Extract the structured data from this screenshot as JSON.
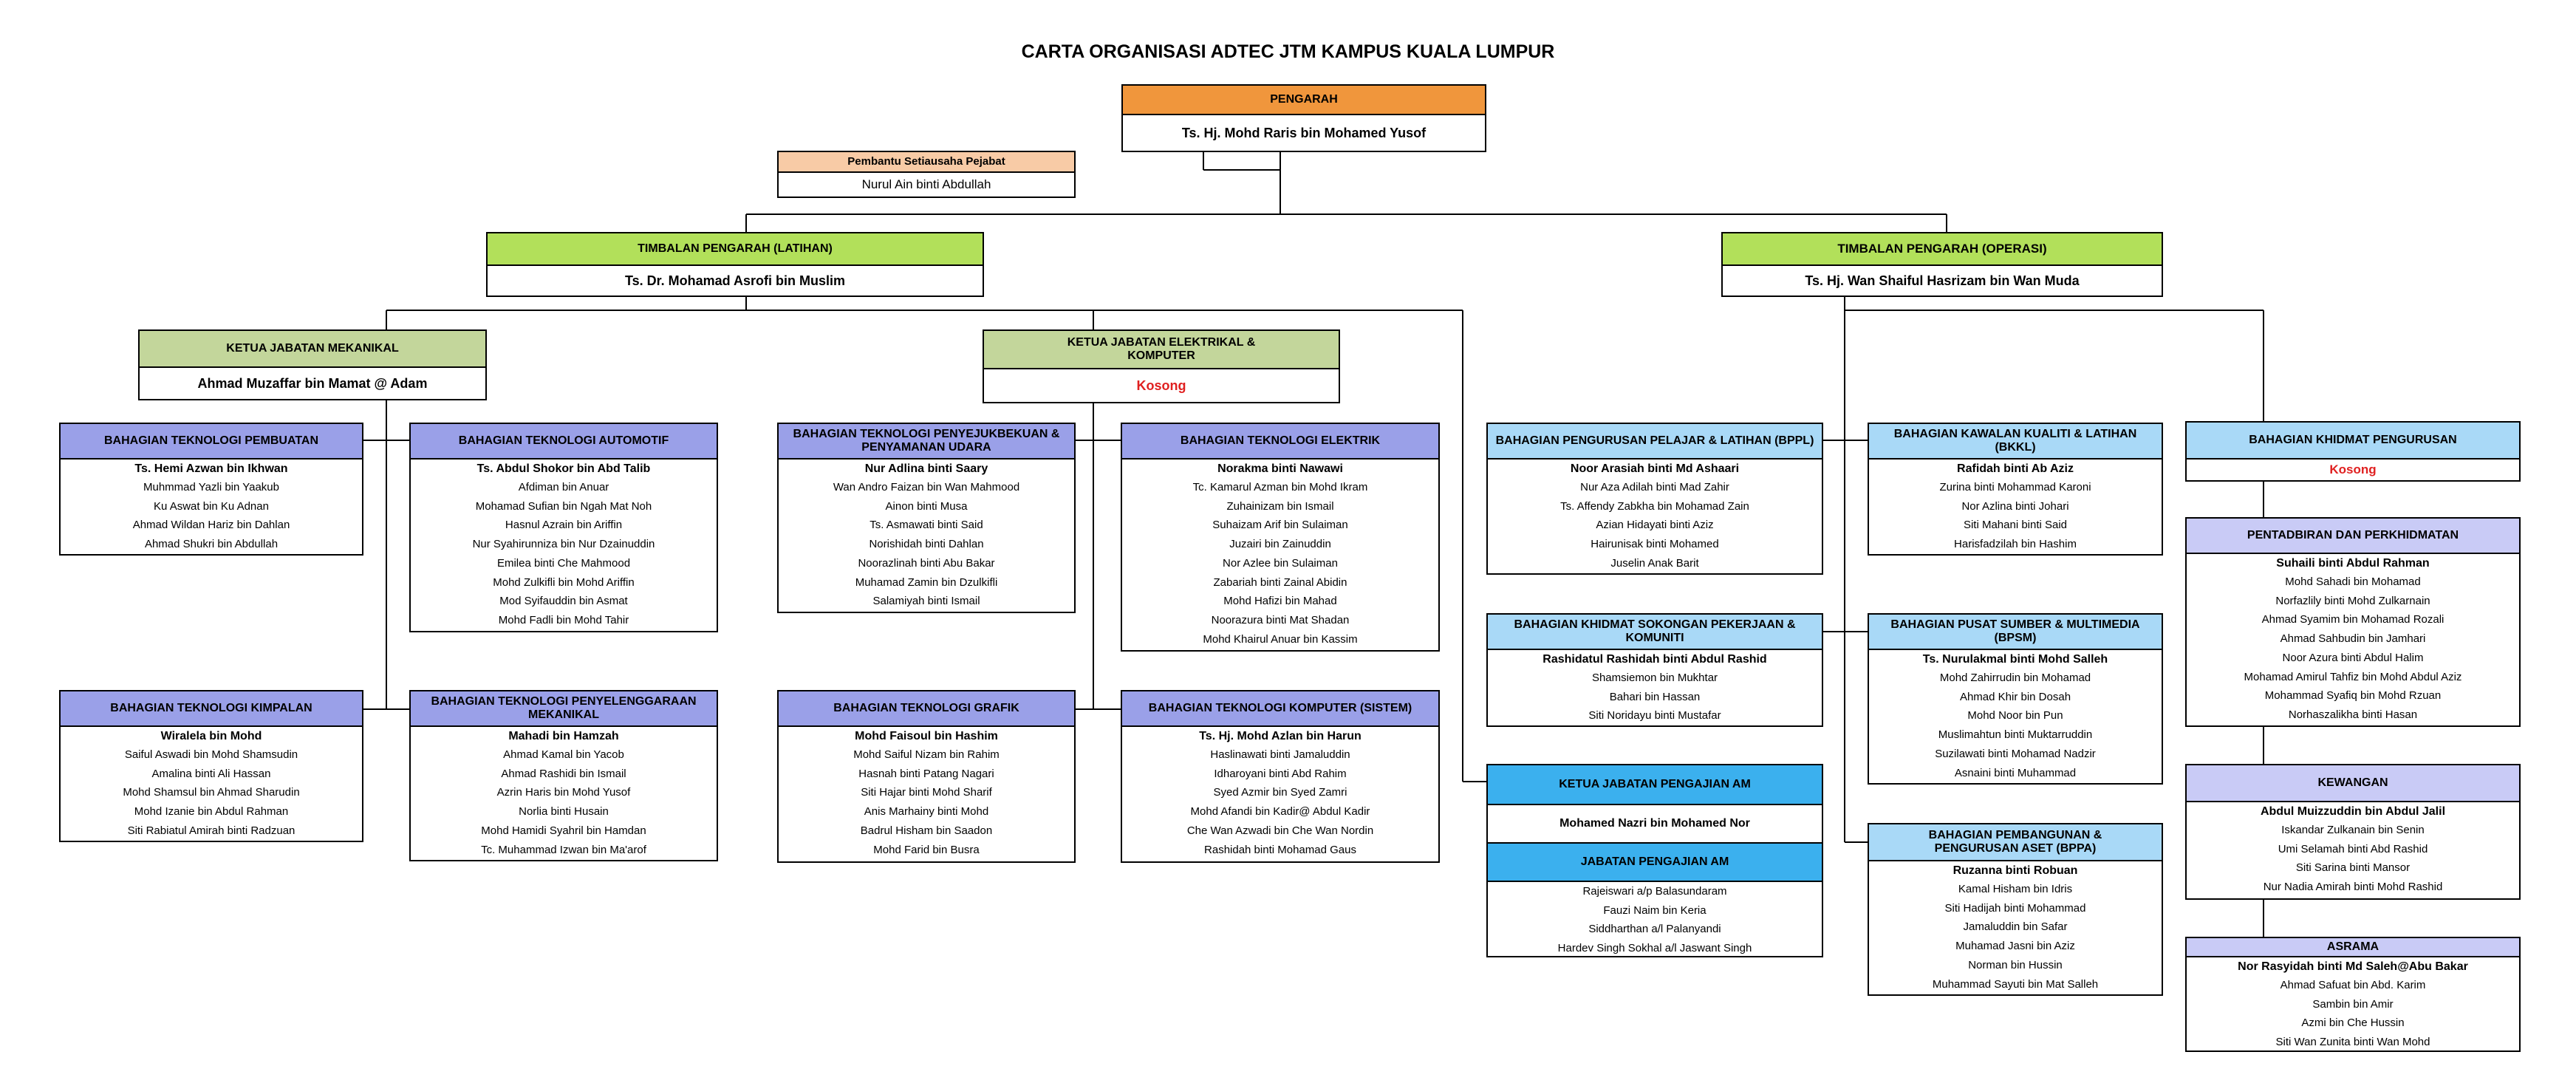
{
  "title": "CARTA ORGANISASI ADTEC JTM KAMPUS KUALA LUMPUR",
  "colors": {
    "pengarah": "#f0963c",
    "pembantu": "#f8cba6",
    "timbalan": "#b2e05a",
    "ketua_jabatan": "#c3d69b",
    "bahagian_teknologi": "#9aa0e8",
    "bahagian_operasi": "#a9d9f7",
    "pengajian_am": "#3bb0ee",
    "pentadbiran": "#c9cbf6",
    "vacant_text": "#e02020"
  },
  "pengarah": {
    "title": "PENGARAH",
    "name": "Ts. Hj. Mohd Raris bin Mohamed Yusof"
  },
  "pembantu": {
    "title": "Pembantu Setiausaha Pejabat",
    "name": "Nurul Ain binti Abdullah"
  },
  "timbalan_latihan": {
    "title": "TIMBALAN PENGARAH (LATIHAN)",
    "name": "Ts. Dr. Mohamad Asrofi bin Muslim"
  },
  "timbalan_operasi": {
    "title": "TIMBALAN PENGARAH (OPERASI)",
    "name": "Ts. Hj. Wan Shaiful Hasrizam bin Wan Muda"
  },
  "ketua_mekanikal": {
    "title": "KETUA JABATAN MEKANIKAL",
    "name": "Ahmad Muzaffar bin Mamat @ Adam"
  },
  "ketua_elektrikal": {
    "title": "KETUA JABATAN ELEKTRIKAL & KOMPUTER",
    "name": "Kosong"
  },
  "ketua_pengajian_am": {
    "title": "KETUA JABATAN PENGAJIAN AM",
    "name": "Mohamed Nazri bin Mohamed Nor"
  },
  "units": [
    {
      "title": "BAHAGIAN TEKNOLOGI PEMBUATAN",
      "lead": "Ts. Hemi Azwan bin Ikhwan",
      "members": [
        "Muhmmad Yazli bin Yaakub",
        "Ku Aswat bin Ku Adnan",
        "Ahmad Wildan Hariz bin Dahlan",
        "Ahmad Shukri bin Abdullah"
      ]
    },
    {
      "title": "BAHAGIAN TEKNOLOGI AUTOMOTIF",
      "lead": "Ts. Abdul Shokor bin Abd Talib",
      "members": [
        "Afdiman bin Anuar",
        "Mohamad Sufian bin Ngah Mat Noh",
        "Hasnul Azrain bin Ariffin",
        "Nur Syahirunniza bin Nur Dzainuddin",
        "Emilea binti Che Mahmood",
        "Mohd Zulkifli bin Mohd Ariffin",
        "Mod Syifauddin bin Asmat",
        "Mohd Fadli bin Mohd Tahir"
      ]
    },
    {
      "title": "BAHAGIAN TEKNOLOGI KIMPALAN",
      "lead": "Wiralela bin Mohd",
      "members": [
        "Saiful Aswadi bin Mohd Shamsudin",
        "Amalina binti Ali Hassan",
        "Mohd Shamsul bin Ahmad Sharudin",
        "Mohd Izanie bin Abdul Rahman",
        "Siti Rabiatul Amirah binti Radzuan"
      ]
    },
    {
      "title": "BAHAGIAN TEKNOLOGI PENYELENGGARAAN MEKANIKAL",
      "lead": "Mahadi bin Hamzah",
      "members": [
        "Ahmad Kamal bin Yacob",
        "Ahmad Rashidi bin Ismail",
        "Azrin Haris bin Mohd Yusof",
        "Norlia binti Husain",
        "Mohd Hamidi Syahril bin Hamdan",
        "Tc. Muhammad Izwan bin Ma'arof"
      ]
    },
    {
      "title": "BAHAGIAN TEKNOLOGI PENYEJUKBEKUAN & PENYAMANAN UDARA",
      "lead": "Nur Adlina binti Saary",
      "members": [
        "Wan Andro Faizan bin Wan Mahmood",
        "Ainon binti Musa",
        "Ts. Asmawati binti Said",
        "Norishidah binti Dahlan",
        "Noorazlinah binti Abu Bakar",
        "Muhamad Zamin bin Dzulkifli",
        "Salamiyah binti Ismail"
      ]
    },
    {
      "title": "BAHAGIAN TEKNOLOGI ELEKTRIK",
      "lead": "Norakma binti Nawawi",
      "members": [
        "Tc. Kamarul Azman bin Mohd Ikram",
        "Zuhainizam bin Ismail",
        "Suhaizam Arif bin Sulaiman",
        "Juzairi bin Zainuddin",
        "Nor Azlee bin Sulaiman",
        "Zabariah binti Zainal Abidin",
        "Mohd Hafizi bin Mahad",
        "Noorazura binti Mat Shadan",
        "Mohd Khairul Anuar bin Kassim"
      ]
    },
    {
      "title": "BAHAGIAN TEKNOLOGI  GRAFIK",
      "lead": "Mohd Faisoul bin Hashim",
      "members": [
        "Mohd Saiful Nizam bin Rahim",
        "Hasnah binti Patang Nagari",
        "Siti Hajar binti Mohd Sharif",
        "Anis Marhainy binti Mohd",
        "Badrul Hisham bin Saadon",
        "Mohd Farid bin Busra"
      ]
    },
    {
      "title": "BAHAGIAN TEKNOLOGI KOMPUTER (SISTEM)",
      "lead": "Ts. Hj. Mohd Azlan bin Harun",
      "members": [
        "Haslinawati binti Jamaluddin",
        "Idharoyani binti Abd Rahim",
        "Syed Azmir bin Syed Zamri",
        "Mohd Afandi bin Kadir@ Abdul Kadir",
        "Che Wan Azwadi bin Che Wan Nordin",
        "Rashidah binti Mohamad Gaus"
      ]
    },
    {
      "title": "BAHAGIAN PENGURUSAN PELAJAR & LATIHAN (BPPL)",
      "lead": "Noor Arasiah binti Md Ashaari",
      "members": [
        "Nur Aza Adilah binti Mad Zahir",
        "Ts. Affendy Zabkha bin Mohamad Zain",
        "Azian Hidayati binti Aziz",
        "Hairunisak binti Mohamed",
        "Juselin Anak Barit"
      ]
    },
    {
      "title": "BAHAGIAN KAWALAN KUALITI & LATIHAN (BKKL)",
      "lead": "Rafidah binti Ab Aziz",
      "members": [
        "Zurina binti Mohammad Karoni",
        "Nor Azlina binti Johari",
        "Siti Mahani binti Said",
        "Harisfadzilah bin Hashim"
      ]
    },
    {
      "title": "BAHAGIAN KHIDMAT SOKONGAN PEKERJAAN & KOMUNITI",
      "lead": "Rashidatul Rashidah binti Abdul Rashid",
      "members": [
        "Shamsiemon bin Mukhtar",
        "Bahari bin Hassan",
        "Siti Noridayu binti Mustafar"
      ]
    },
    {
      "title": "BAHAGIAN PUSAT SUMBER & MULTIMEDIA (BPSM)",
      "lead": "Ts. Nurulakmal binti Mohd Salleh",
      "members": [
        "Mohd Zahirrudin bin Mohamad",
        "Ahmad Khir bin Dosah",
        "Mohd Noor bin Pun",
        "Muslimahtun binti Muktarruddin",
        "Suzilawati binti Mohamad Nadzir",
        "Asnaini binti Muhammad"
      ]
    },
    {
      "title": "JABATAN PENGAJIAN AM",
      "lead": "",
      "members": [
        "Rajeiswari a/p Balasundaram",
        "Fauzi Naim bin Keria",
        "Siddharthan a/l Palanyandi",
        "Hardev Singh Sokhal a/l Jaswant Singh"
      ]
    },
    {
      "title": "BAHAGIAN PEMBANGUNAN & PENGURUSAN ASET (BPPA)",
      "lead": "Ruzanna binti Robuan",
      "members": [
        "Kamal Hisham bin Idris",
        "Siti Hadijah binti Mohammad",
        "Jamaluddin bin Safar",
        "Muhamad Jasni bin Aziz",
        "Norman bin Hussin",
        "Muhammad Sayuti bin Mat Salleh"
      ]
    },
    {
      "title": "BAHAGIAN KHIDMAT PENGURUSAN",
      "lead": "Kosong",
      "members": []
    },
    {
      "title": "PENTADBIRAN DAN PERKHIDMATAN",
      "lead": "Suhaili binti Abdul Rahman",
      "members": [
        "Mohd Sahadi bin Mohamad",
        "Norfazlily binti Mohd Zulkarnain",
        "Ahmad Syamim bin Mohamad Rozali",
        "Ahmad Sahbudin bin Jamhari",
        "Noor Azura binti Abdul Halim",
        "Mohamad Amirul Tahfiz bin Mohd Abdul Aziz",
        "Mohammad Syafiq bin Mohd Rzuan",
        "Norhaszalikha binti Hasan"
      ]
    },
    {
      "title": "KEWANGAN",
      "lead": "Abdul Muizzuddin bin Abdul Jalil",
      "members": [
        "Iskandar Zulkanain bin Senin",
        "Umi Selamah binti Abd Rashid",
        "Siti Sarina binti Mansor",
        "Nur Nadia Amirah binti Mohd Rashid"
      ]
    },
    {
      "title": "ASRAMA",
      "lead": "Nor Rasyidah binti Md Saleh@Abu Bakar",
      "members": [
        "Ahmad Safuat bin Abd. Karim",
        "Sambin bin Amir",
        "Azmi bin Che Hussin",
        "Siti Wan Zunita binti Wan Mohd"
      ]
    }
  ]
}
